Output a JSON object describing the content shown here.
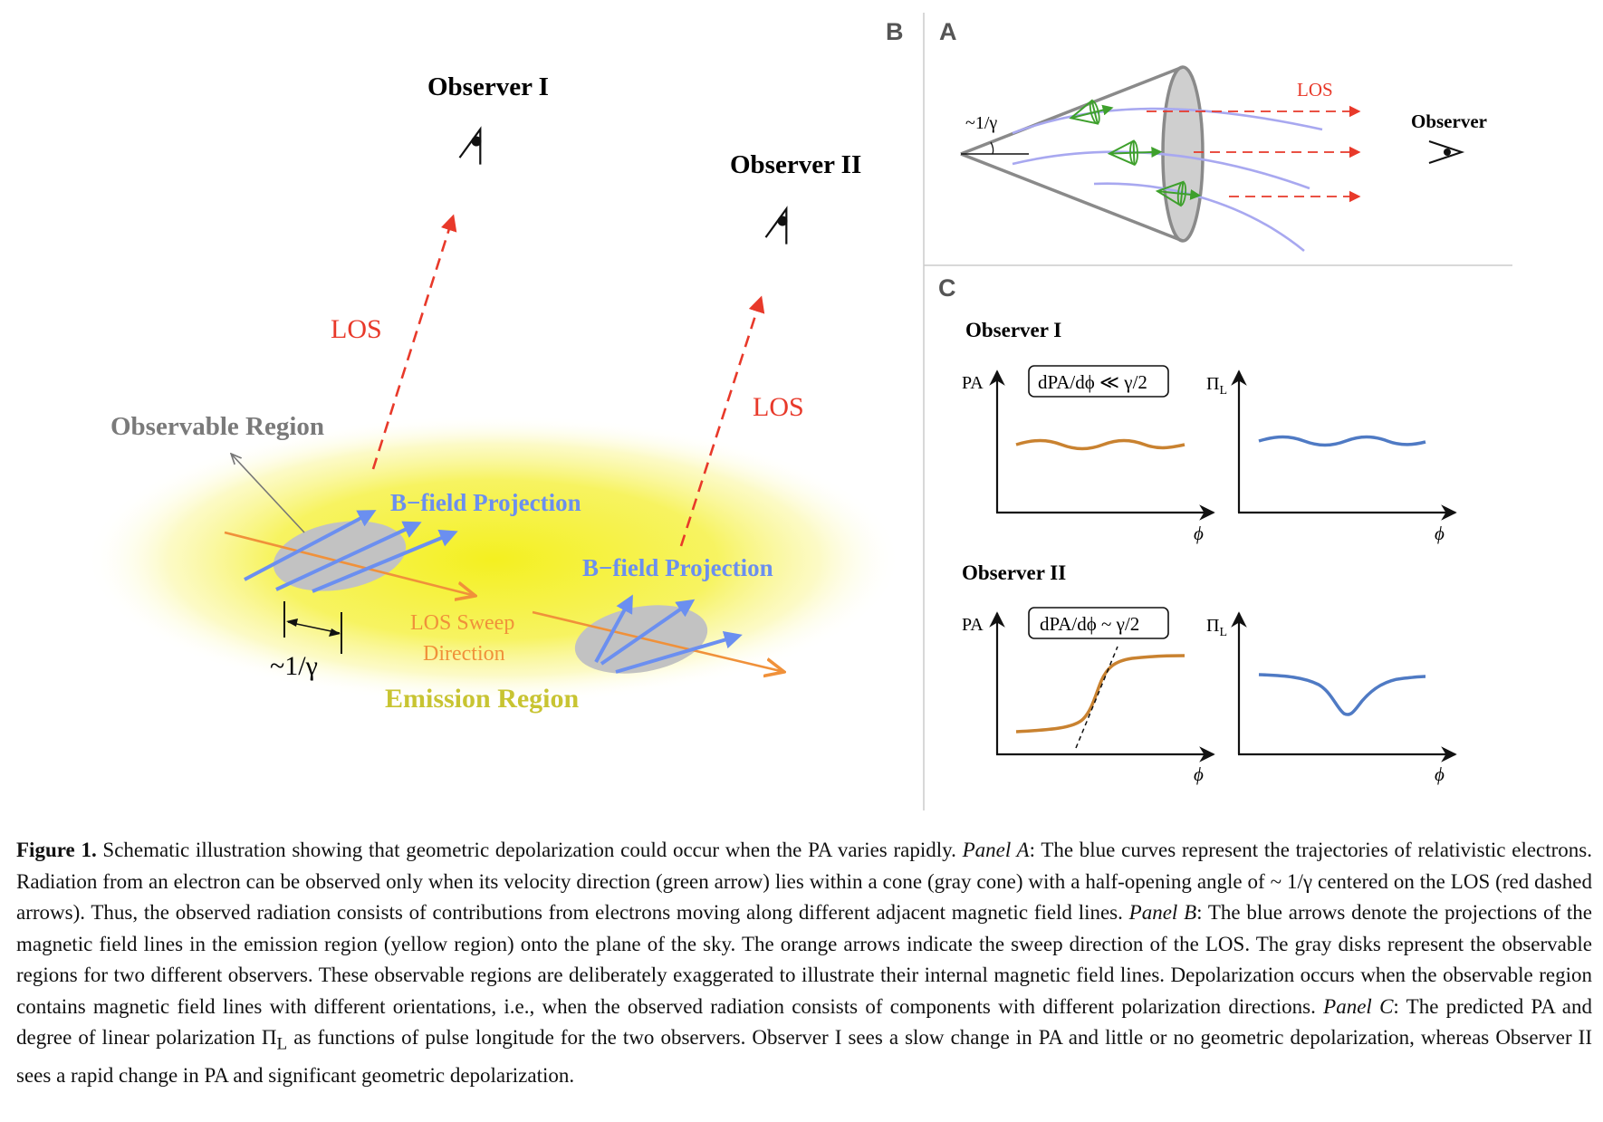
{
  "panel_b": {
    "letter": "B",
    "observer_1": "Observer I",
    "observer_2": "Observer II",
    "los_1": "LOS",
    "los_2": "LOS",
    "observable_region": "Observable Region",
    "bfield_1": "B−field Projection",
    "bfield_2": "B−field Projection",
    "los_sweep_1": "LOS Sweep",
    "los_sweep_2": "Direction",
    "angle": "~1/γ",
    "emission_region": "Emission Region"
  },
  "panel_a": {
    "letter": "A",
    "angle": "~1/γ",
    "los": "LOS",
    "observer": "Observer"
  },
  "panel_c": {
    "letter": "C",
    "observer_1": {
      "title": "Observer I",
      "pa_label": "PA",
      "box": "dPA/dϕ ≪ γ/2",
      "pi_label": "Π",
      "pi_sub": "L",
      "x_label_1": "ϕ",
      "x_label_2": "ϕ"
    },
    "observer_2": {
      "title": "Observer II",
      "pa_label": "PA",
      "box": "dPA/dϕ ~ γ/2",
      "pi_label": "Π",
      "pi_sub": "L",
      "x_label_1": "ϕ",
      "x_label_2": "ϕ"
    }
  },
  "colors": {
    "los_red": "#e8392a",
    "bfield_blue": "#6b8ff0",
    "sweep_orange": "#f0913a",
    "pa_curve": "#c98230",
    "pi_curve": "#4f7ac4",
    "emission_yellow": "#f4f03a",
    "velocity_green": "#3ea02c",
    "trajectory": "#a8a8f0"
  },
  "caption": {
    "fig_label": "Figure 1.",
    "s1": " Schematic illustration showing that geometric depolarization could occur when the PA varies rapidly. ",
    "panel_a": "Panel A",
    "s2": ": The blue curves represent the trajectories of relativistic electrons. Radiation from an electron can be observed only when its velocity direction (green arrow) lies within a cone (gray cone) with a half-opening angle of ~ 1/γ centered on the LOS (red dashed arrows). Thus, the observed radiation consists of contributions from electrons moving along different adjacent magnetic field lines. ",
    "panel_b": "Panel B",
    "s3": ": The blue arrows denote the projections of the magnetic field lines in the emission region (yellow region) onto the plane of the sky. The orange arrows indicate the sweep direction of the LOS. The gray disks represent the observable regions for two different observers. These observable regions are deliberately exaggerated to illustrate their internal magnetic field lines. Depolarization occurs when the observable region contains magnetic field lines with different orientations, i.e., when the observed radiation consists of components with different polarization directions. ",
    "panel_c": "Panel C",
    "s4a": ": The predicted PA and degree of linear polarization Π",
    "s4sub": "L",
    "s4b": " as functions of pulse longitude for the two observers. Observer I sees a slow change in PA and little or no geometric depolarization, whereas Observer II sees a rapid change in PA and significant geometric depolarization."
  }
}
